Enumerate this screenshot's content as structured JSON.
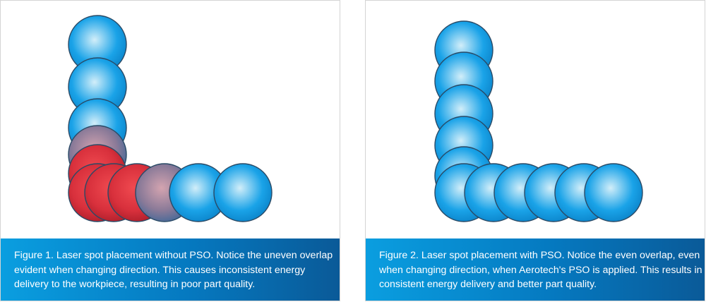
{
  "figures": [
    {
      "caption": "Figure 1. Laser spot placement without PSO. Notice the uneven overlap evident when changing direction. This causes inconsistent energy delivery to the workpiece, resulting in poor part quality.",
      "spot_colors": [
        "blue",
        "blue",
        "blue",
        "mauve",
        "red",
        "red",
        "red",
        "red",
        "mauve",
        "blue",
        "blue"
      ]
    },
    {
      "caption": "Figure 2. Laser spot placement with PSO. Notice the even overlap, even when changing direction, when Aerotech's PSO is applied. This results in consistent energy delivery and better part quality.",
      "spot_colors": [
        "blue",
        "blue",
        "blue",
        "blue",
        "blue",
        "blue",
        "blue",
        "blue",
        "blue",
        "blue",
        "blue"
      ]
    }
  ],
  "colors": {
    "blue": "#1aa3e8",
    "red": "#d8303c",
    "mauve": "#8a7a98",
    "caption_bg": "#0579c0"
  }
}
